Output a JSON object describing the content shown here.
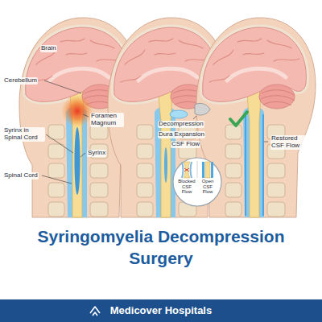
{
  "diagram": {
    "title": "Syringomyelia Decompression Surgery",
    "nodes": [
      {
        "text": [
          "Blocked CSF Flow",
          "Open CSF Flow"
        ]
      },
      {
        "text": [
          "Medicover Hospitals"
        ]
      }
    ],
    "labels": [
      "Brain",
      "Cerebellum",
      "Foramen Magnum",
      "Syrinx in Spinal Cord",
      "Syrinx",
      "Spinal Cord",
      "Decompression",
      "Dura Expansion",
      "CSF Flow",
      "Restored CSF Flow"
    ]
  }
}
